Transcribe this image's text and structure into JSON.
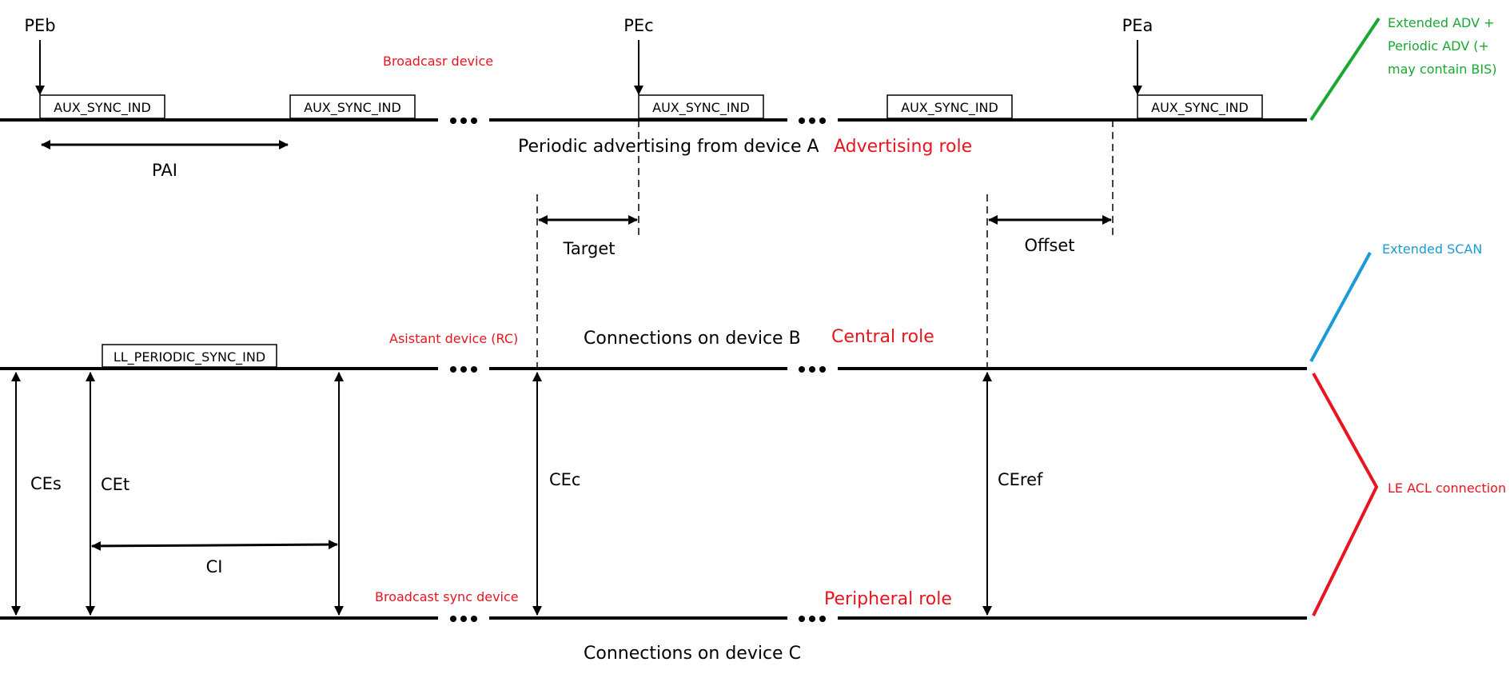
{
  "timeline_a": {
    "markers": [
      "PEb",
      "PEc",
      "PEa"
    ],
    "packets": [
      "AUX_SYNC_IND",
      "AUX_SYNC_IND",
      "AUX_SYNC_IND",
      "AUX_SYNC_IND",
      "AUX_SYNC_IND"
    ],
    "device_label": "Broadcasr device",
    "caption": "Periodic advertising from device A",
    "role": "Advertising role",
    "interval_label": "PAI"
  },
  "measures": {
    "target": "Target",
    "offset": "Offset"
  },
  "timeline_b": {
    "packet": "LL_PERIODIC_SYNC_IND",
    "device_label": "Asistant device (RC)",
    "caption": "Connections on device B",
    "role": "Central role"
  },
  "timeline_c": {
    "device_label": "Broadcast sync device",
    "caption": "Connections on device C",
    "role": "Peripheral role"
  },
  "connection_events": [
    "CEs",
    "CEt",
    "CEc",
    "CEref"
  ],
  "interval_ci": "CI",
  "side_labels": {
    "green": [
      "Extended ADV +",
      "Periodic ADV (+",
      "may contain BIS)"
    ],
    "blue": "Extended SCAN",
    "red": "LE ACL connection"
  },
  "colors": {
    "red": "#e8141e",
    "green": "#19a832",
    "blue": "#1a9ad6"
  }
}
